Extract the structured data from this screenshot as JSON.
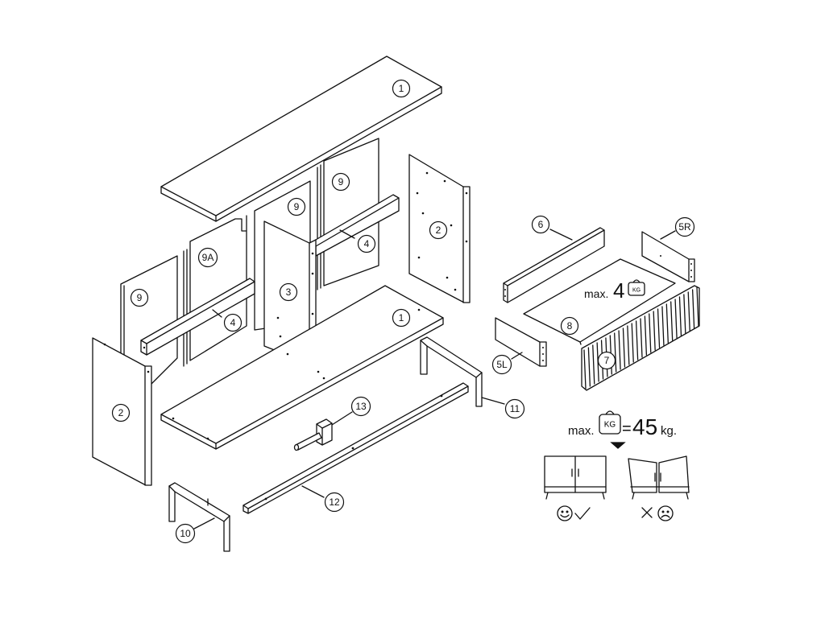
{
  "colors": {
    "line": "#111111",
    "background": "#ffffff"
  },
  "callouts": [
    {
      "id": "top-panel",
      "label": "1"
    },
    {
      "id": "bottom-panel",
      "label": "1"
    },
    {
      "id": "side-panel-right",
      "label": "2"
    },
    {
      "id": "side-panel-left",
      "label": "2"
    },
    {
      "id": "middle-divider",
      "label": "3"
    },
    {
      "id": "rail-right",
      "label": "4"
    },
    {
      "id": "rail-left",
      "label": "4"
    },
    {
      "id": "back-panel-far-left",
      "label": "9"
    },
    {
      "id": "back-panel-9a",
      "label": "9A"
    },
    {
      "id": "back-panel-center",
      "label": "9"
    },
    {
      "id": "back-panel-right",
      "label": "9"
    },
    {
      "id": "drawer-back",
      "label": "6"
    },
    {
      "id": "drawer-side-right",
      "label": "5R"
    },
    {
      "id": "drawer-side-left",
      "label": "5L"
    },
    {
      "id": "drawer-bottom",
      "label": "8"
    },
    {
      "id": "drawer-front",
      "label": "7"
    },
    {
      "id": "frame-leg-right",
      "label": "11"
    },
    {
      "id": "frame-bar",
      "label": "12"
    },
    {
      "id": "frame-bracket",
      "label": "13"
    },
    {
      "id": "frame-leg-left",
      "label": "10"
    }
  ],
  "drawer_load": {
    "prefix": "max.",
    "value": "4",
    "icon": "kg-weight-icon",
    "icon_label": "KG"
  },
  "total_load": {
    "prefix": "max.",
    "icon": "kg-weight-icon",
    "icon_label": "KG",
    "equals": "=",
    "value": "45",
    "unit": "kg."
  },
  "door_check": {
    "ok_icons": "smiley-check-icon",
    "bad_icons": "cross-frown-icon"
  }
}
